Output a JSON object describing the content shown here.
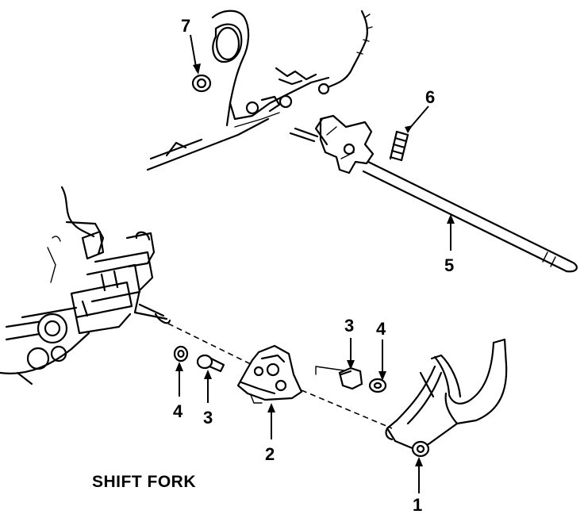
{
  "title": "SHIFT FORK",
  "callouts": [
    {
      "id": "callout-1",
      "label": "1"
    },
    {
      "id": "callout-2",
      "label": "2"
    },
    {
      "id": "callout-3-left",
      "label": "3"
    },
    {
      "id": "callout-3-right",
      "label": "3"
    },
    {
      "id": "callout-4-left",
      "label": "4"
    },
    {
      "id": "callout-4-right",
      "label": "4"
    },
    {
      "id": "callout-5",
      "label": "5"
    },
    {
      "id": "callout-6",
      "label": "6"
    },
    {
      "id": "callout-7",
      "label": "7"
    }
  ]
}
